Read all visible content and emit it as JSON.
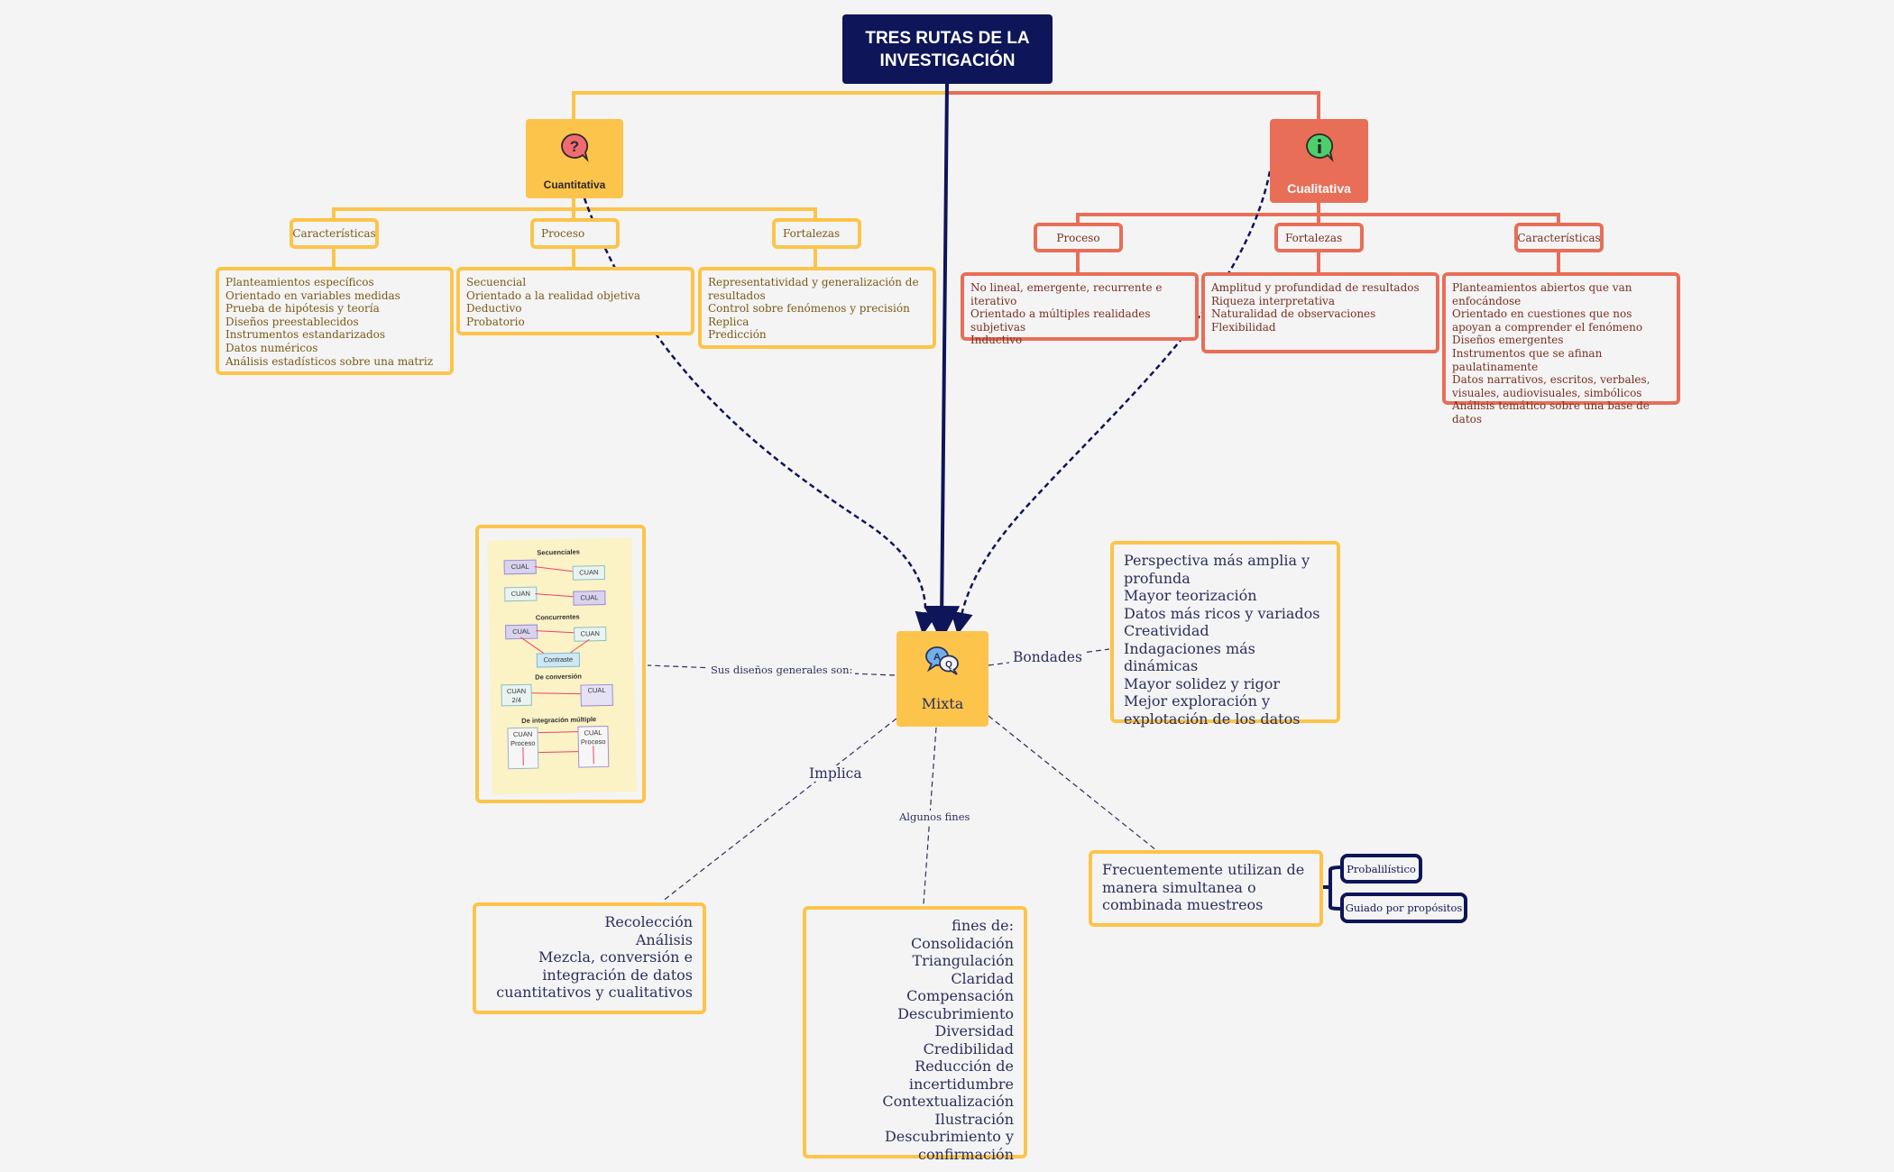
{
  "root_title": "TRES RUTAS DE LA INVESTIGACIÓN",
  "quant": {
    "title": "Cuantitativa",
    "icon": "question-chat-icon",
    "color": "#fcc44a",
    "caracteristicas_label": "Características",
    "proceso_label": "Proceso",
    "fortalezas_label": "Fortalezas",
    "caracteristicas": "Planteamientos específicos\nOrientado en variables medidas\nPrueba de hipótesis y teoría\nDiseños preestablecidos\nInstrumentos estandarizados\nDatos numéricos\nAnálisis estadísticos sobre una matriz",
    "proceso": "Secuencial\nOrientado a la realidad objetiva\nDeductivo\nProbatorio",
    "fortalezas": "Representatividad y generalización de resultados\nControl sobre fenómenos y precisión\nReplica\nPredicción"
  },
  "qual": {
    "title": "Cualitativa",
    "icon": "info-chat-icon",
    "color": "#e86e58",
    "proceso_label": "Proceso",
    "fortalezas_label": "Fortalezas",
    "caracteristicas_label": "Características",
    "proceso": "No lineal, emergente, recurrente e iterativo\nOrientado a múltiples realidades subjetivas\nInductivo",
    "fortalezas": "Amplitud y profundidad de resultados\nRiqueza interpretativa\nNaturalidad de observaciones\nFlexibilidad",
    "caracteristicas": "Planteamientos abiertos que van enfocándose\nOrientado en cuestiones que nos apoyan a comprender el fenómeno\nDiseños emergentes\nInstrumentos que se afinan paulatinamente\nDatos narrativos, escritos, verbales, visuales, audiovisuales, simbólicos\nAnálisis temático sobre una base de datos"
  },
  "mixta": {
    "title": "Mixta",
    "icon": "aq-chat-icon",
    "color": "#fcc44a",
    "disenos_label": "Sus diseños generales son:",
    "bondades_label": "Bondades",
    "implica_label": "Implica",
    "fines_label": "Algunos fines",
    "bondades": "Perspectiva más amplia y profunda\nMayor teorización\nDatos más ricos y variados\nCreatividad\nIndagaciones más dinámicas\nMayor solidez y rigor\nMejor exploración y explotación de los datos",
    "implica": "Recolección\nAnálisis\nMezcla, conversión e integración de datos cuantitativos y cualitativos",
    "fines": "fines de:\nConsolidación\nTriangulación\nClaridad\nCompensación\nDescubrimiento\nDiversidad\nCredibilidad\nReducción de incertidumbre\nContextualización\nIlustración\nDescubrimiento y confirmación",
    "muestreos": "Frecuentemente utilizan de manera simultanea o combinada muestreos",
    "muestreo_1": "Probalilístico",
    "muestreo_2": "Guiado por propósitos"
  },
  "designs_image": {
    "secuenciales": "Secuenciales",
    "concurrentes": "Concurrentes",
    "contraste": "Contraste",
    "conversion": "De conversión",
    "integracion": "De integración múltiple",
    "cual": "CUAL",
    "cuan": "CUAN",
    "cuan_24": "CUAN\n2/4",
    "cuan_proceso": "CUAN\nProceso",
    "cual_proceso": "CUAL\nProceso"
  }
}
